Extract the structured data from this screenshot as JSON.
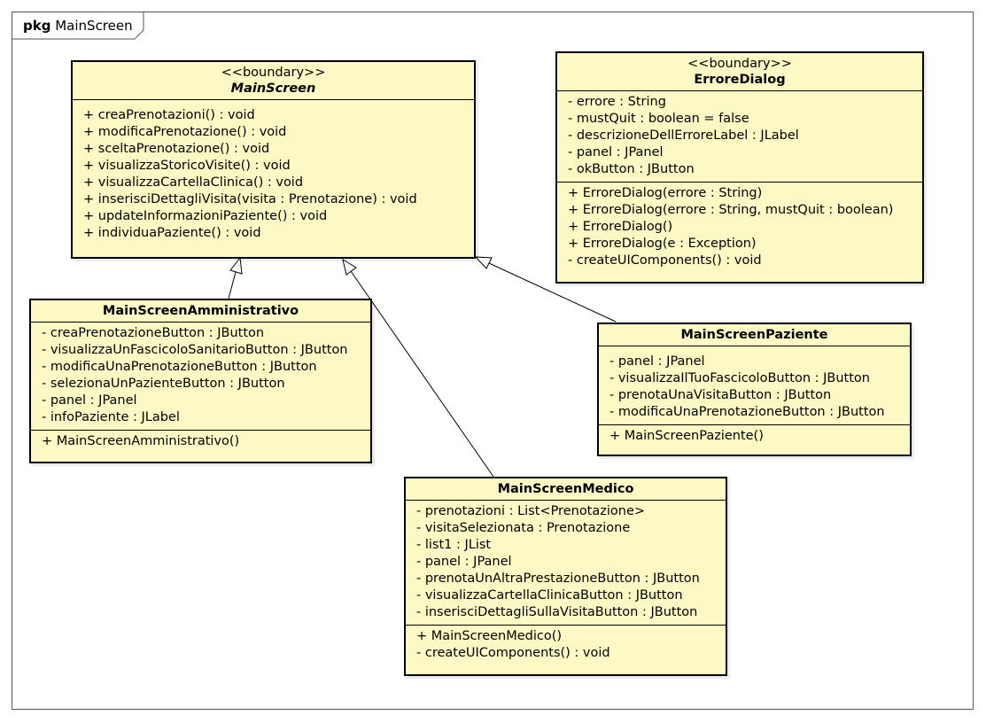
{
  "package": {
    "keyword": "pkg",
    "name": "MainScreen"
  },
  "classes": {
    "main_screen": {
      "stereotype": "<<boundary>>",
      "name": "MainScreen",
      "attributes": [],
      "operations": [
        "+ creaPrenotazioni() : void",
        "+ modificaPrenotazione() : void",
        "+ sceltaPrenotazione() : void",
        "+ visualizzaStoricoVisite() : void",
        "+ visualizzaCartellaClinica() : void",
        "+ inserisciDettagliVisita(visita : Prenotazione) : void",
        "+ updateInformazioniPaziente() : void",
        "+ individuaPaziente() : void"
      ]
    },
    "errore_dialog": {
      "stereotype": "<<boundary>>",
      "name": "ErroreDialog",
      "attributes": [
        "- errore : String",
        "- mustQuit : boolean = false",
        "- descrizioneDellErroreLabel : JLabel",
        "- panel : JPanel",
        "- okButton : JButton"
      ],
      "operations": [
        "+ ErroreDialog(errore : String)",
        "+ ErroreDialog(errore : String, mustQuit : boolean)",
        "+ ErroreDialog()",
        "+ ErroreDialog(e : Exception)",
        "- createUIComponents() : void"
      ]
    },
    "amministrativo": {
      "name": "MainScreenAmministrativo",
      "attributes": [
        "- creaPrenotazioneButton : JButton",
        "- visualizzaUnFascicoloSanitarioButton : JButton",
        "- modificaUnaPrenotazioneButton : JButton",
        "- selezionaUnPazienteButton : JButton",
        "- panel : JPanel",
        "- infoPaziente : JLabel"
      ],
      "operations": [
        "+ MainScreenAmministrativo()"
      ]
    },
    "paziente": {
      "name": "MainScreenPaziente",
      "attributes": [
        "- panel : JPanel",
        "- visualizzaIlTuoFascicoloButton : JButton",
        "- prenotaUnaVisitaButton : JButton",
        "- modificaUnaPrenotazioneButton : JButton"
      ],
      "operations": [
        "+ MainScreenPaziente()"
      ]
    },
    "medico": {
      "name": "MainScreenMedico",
      "attributes": [
        "- prenotazioni : List<Prenotazione>",
        "- visitaSelezionata : Prenotazione",
        "- list1 : JList",
        "- panel : JPanel",
        "- prenotaUnAltraPrestazioneButton : JButton",
        "- visualizzaCartellaClinicaButton : JButton",
        "- inserisciDettagliSullaVisitaButton : JButton"
      ],
      "operations": [
        "+ MainScreenMedico()",
        "- createUIComponents() : void"
      ]
    }
  },
  "relations": [
    {
      "type": "generalization",
      "from": "MainScreenAmministrativo",
      "to": "MainScreen"
    },
    {
      "type": "generalization",
      "from": "MainScreenMedico",
      "to": "MainScreen"
    },
    {
      "type": "generalization",
      "from": "MainScreenPaziente",
      "to": "MainScreen"
    }
  ]
}
